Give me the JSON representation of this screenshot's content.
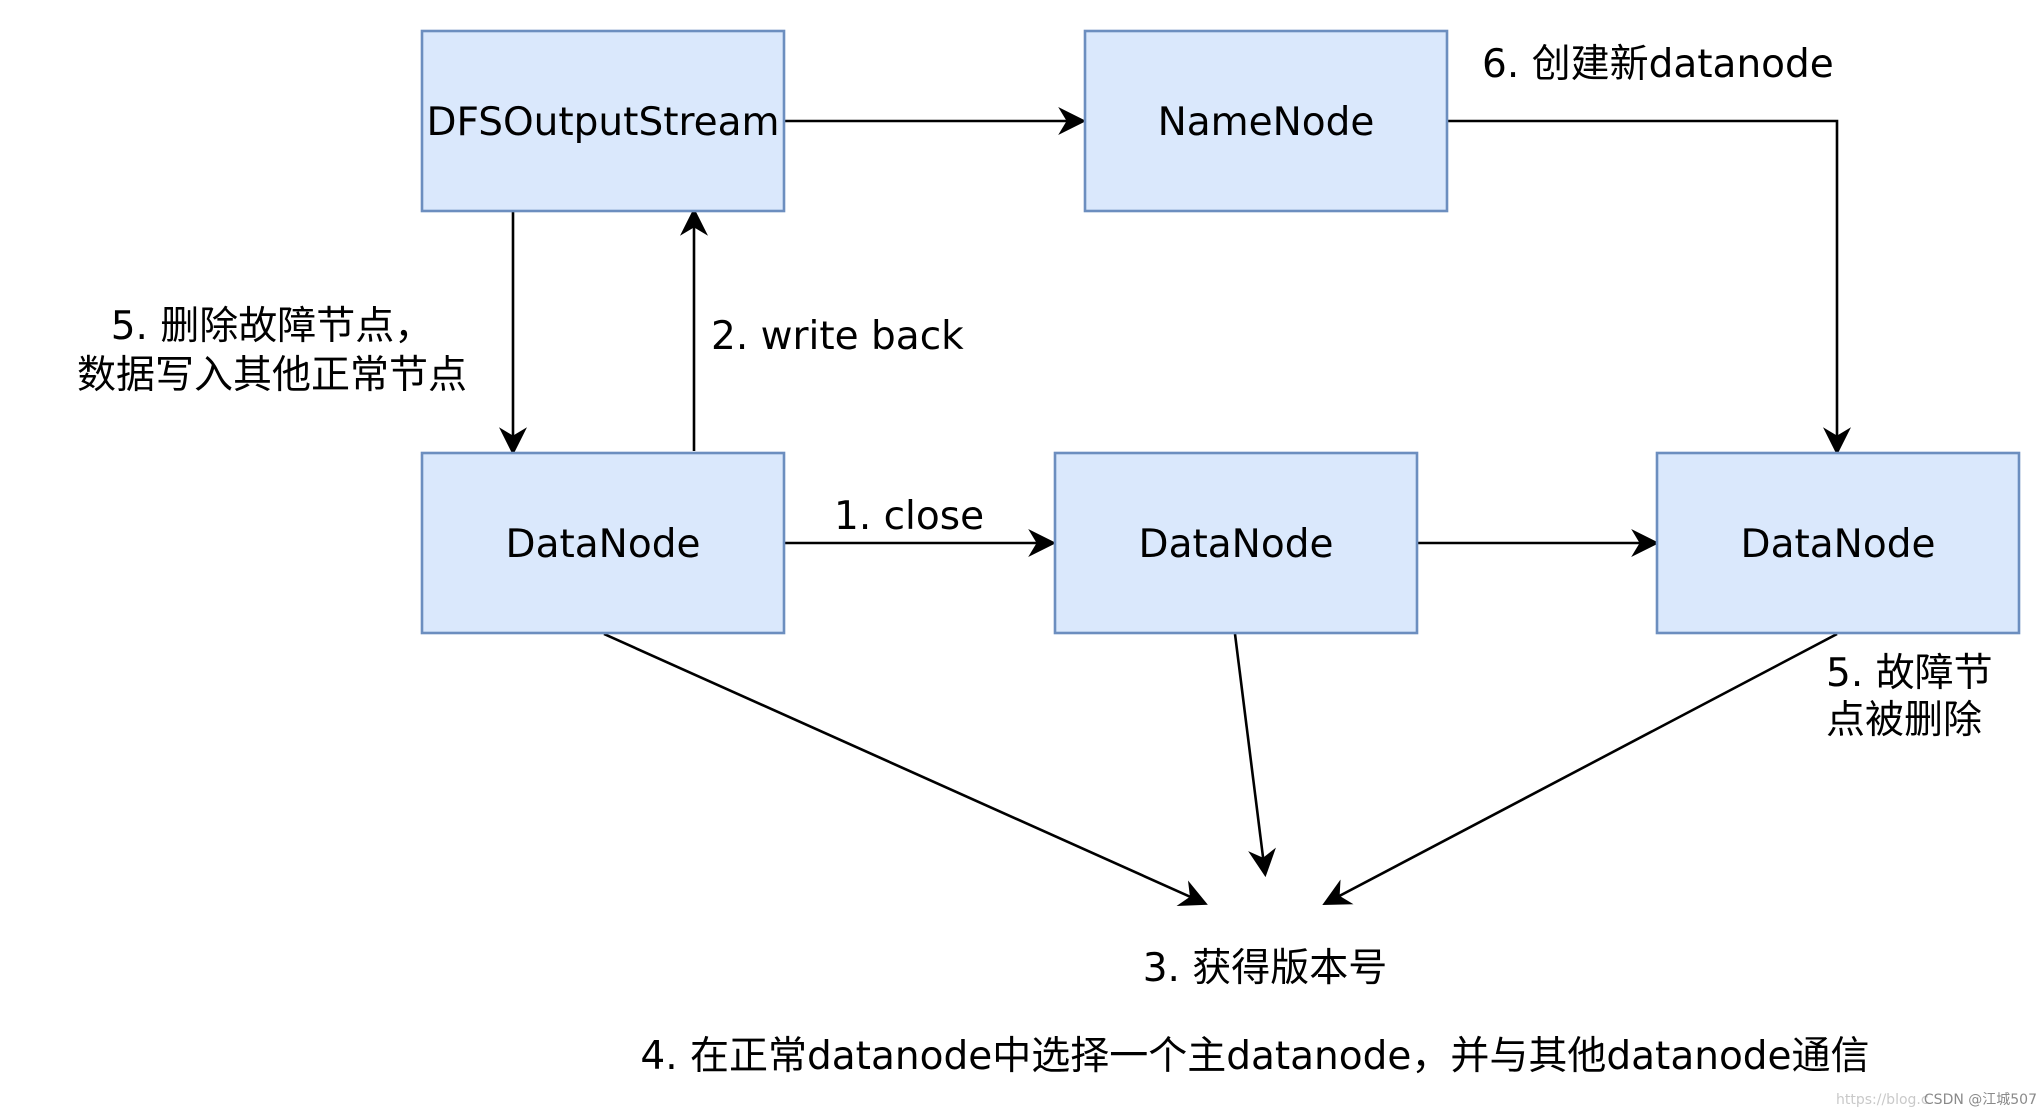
{
  "nodes": {
    "dfs_output_stream": "DFSOutputStream",
    "namenode": "NameNode",
    "datanode_1": "DataNode",
    "datanode_2": "DataNode",
    "datanode_3": "DataNode"
  },
  "edge_labels": {
    "close": "1. close",
    "write_back": "2. write back",
    "get_version": "3. 获得版本号",
    "remove_faulty_line1": "5. 删除故障节点，",
    "remove_faulty_line2": "数据写入其他正常节点",
    "create_datanode": "6. 创建新datanode",
    "faulty_removed_line1": "5. 故障节",
    "faulty_removed_line2": "点被删除"
  },
  "footer_note": "4. 在正常datanode中选择一个主datanode，并与其他datanode通信",
  "watermark": {
    "url": "https://blog.c",
    "author": "CSDN @江城507"
  },
  "colors": {
    "node_fill": "#dae8fc",
    "node_stroke": "#6c8ebf",
    "edge": "#000000"
  }
}
